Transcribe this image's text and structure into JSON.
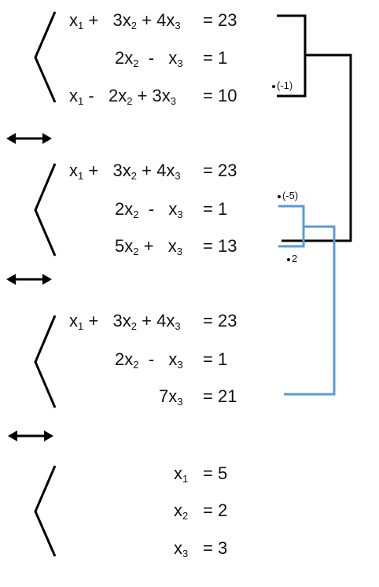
{
  "colors": {
    "ink": "#111111",
    "black_bracket": "#000000",
    "blue_bracket": "#5b9bd5"
  },
  "systems": [
    {
      "rows": [
        {
          "lhs": [
            {
              "t": "x",
              "s": "1"
            },
            {
              "t": " +   3x",
              "s": "2"
            },
            {
              "t": " + 4x",
              "s": "3"
            }
          ],
          "rhs": "=  23"
        },
        {
          "lhs": [
            {
              "t": "2x",
              "s": "2"
            },
            {
              "t": "  -   x",
              "s": "3"
            }
          ],
          "rhs": "=  1"
        },
        {
          "lhs": [
            {
              "t": "x",
              "s": "1"
            },
            {
              "t": " -   2x",
              "s": "2"
            },
            {
              "t": " + 3x",
              "s": "3"
            }
          ],
          "rhs": "=  10"
        }
      ]
    },
    {
      "rows": [
        {
          "lhs": [
            {
              "t": "x",
              "s": "1"
            },
            {
              "t": " +   3x",
              "s": "2"
            },
            {
              "t": " + 4x",
              "s": "3"
            }
          ],
          "rhs": "=  23"
        },
        {
          "lhs": [
            {
              "t": "2x",
              "s": "2"
            },
            {
              "t": "  -   x",
              "s": "3"
            }
          ],
          "rhs": "=  1"
        },
        {
          "lhs": [
            {
              "t": "5x",
              "s": "2"
            },
            {
              "t": " +   x",
              "s": "3"
            }
          ],
          "rhs": "=  13"
        }
      ]
    },
    {
      "rows": [
        {
          "lhs": [
            {
              "t": "x",
              "s": "1"
            },
            {
              "t": " +   3x",
              "s": "2"
            },
            {
              "t": " + 4x",
              "s": "3"
            }
          ],
          "rhs": "=  23"
        },
        {
          "lhs": [
            {
              "t": "2x",
              "s": "2"
            },
            {
              "t": "  -   x",
              "s": "3"
            }
          ],
          "rhs": "=  1"
        },
        {
          "lhs": [
            {
              "t": "7x",
              "s": "3"
            }
          ],
          "rhs": "=  21"
        }
      ]
    },
    {
      "rows": [
        {
          "lhs": [
            {
              "t": "x",
              "s": "1"
            }
          ],
          "rhs": "=  5"
        },
        {
          "lhs": [
            {
              "t": "x",
              "s": "2"
            }
          ],
          "rhs": "=  2"
        },
        {
          "lhs": [
            {
              "t": "x",
              "s": "3"
            }
          ],
          "rhs": "=  3"
        }
      ]
    }
  ],
  "multipliers": {
    "m1": "(-1)",
    "m2": "(-5)",
    "m3": "2"
  }
}
